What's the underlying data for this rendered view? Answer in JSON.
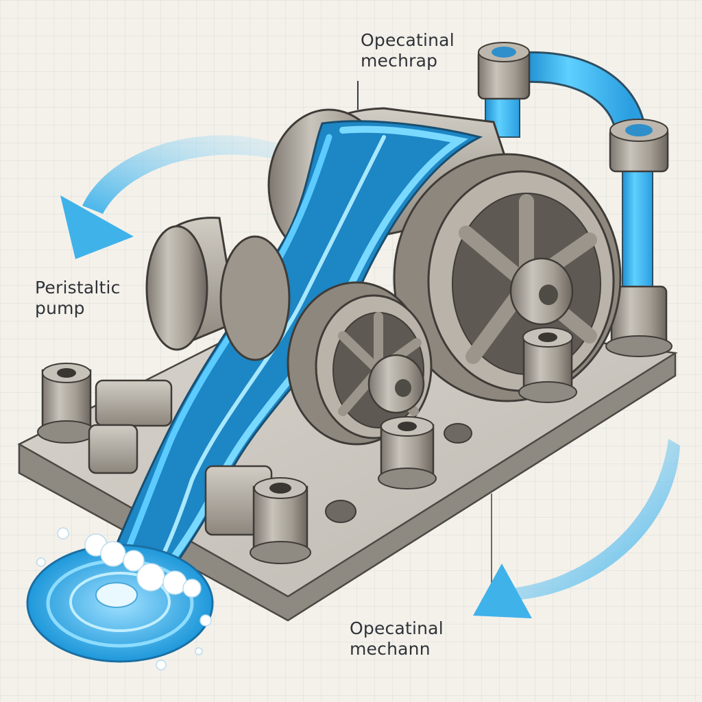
{
  "labels": {
    "top": {
      "line1": "Opecatinal",
      "line2": "mechrap"
    },
    "left": {
      "line1": "Peristaltic",
      "line2": "pump"
    },
    "bottom": {
      "line1": "Opecatinal",
      "line2": "mechann"
    }
  },
  "colors": {
    "paper": "#f4f1ea",
    "grid": "#d9dde2",
    "metal": "#a9a49b",
    "metal_dark": "#6f6a63",
    "tube_blue": "#35b4ec",
    "arrow_blue": "#4fb8ea",
    "ink": "#2f3338"
  }
}
